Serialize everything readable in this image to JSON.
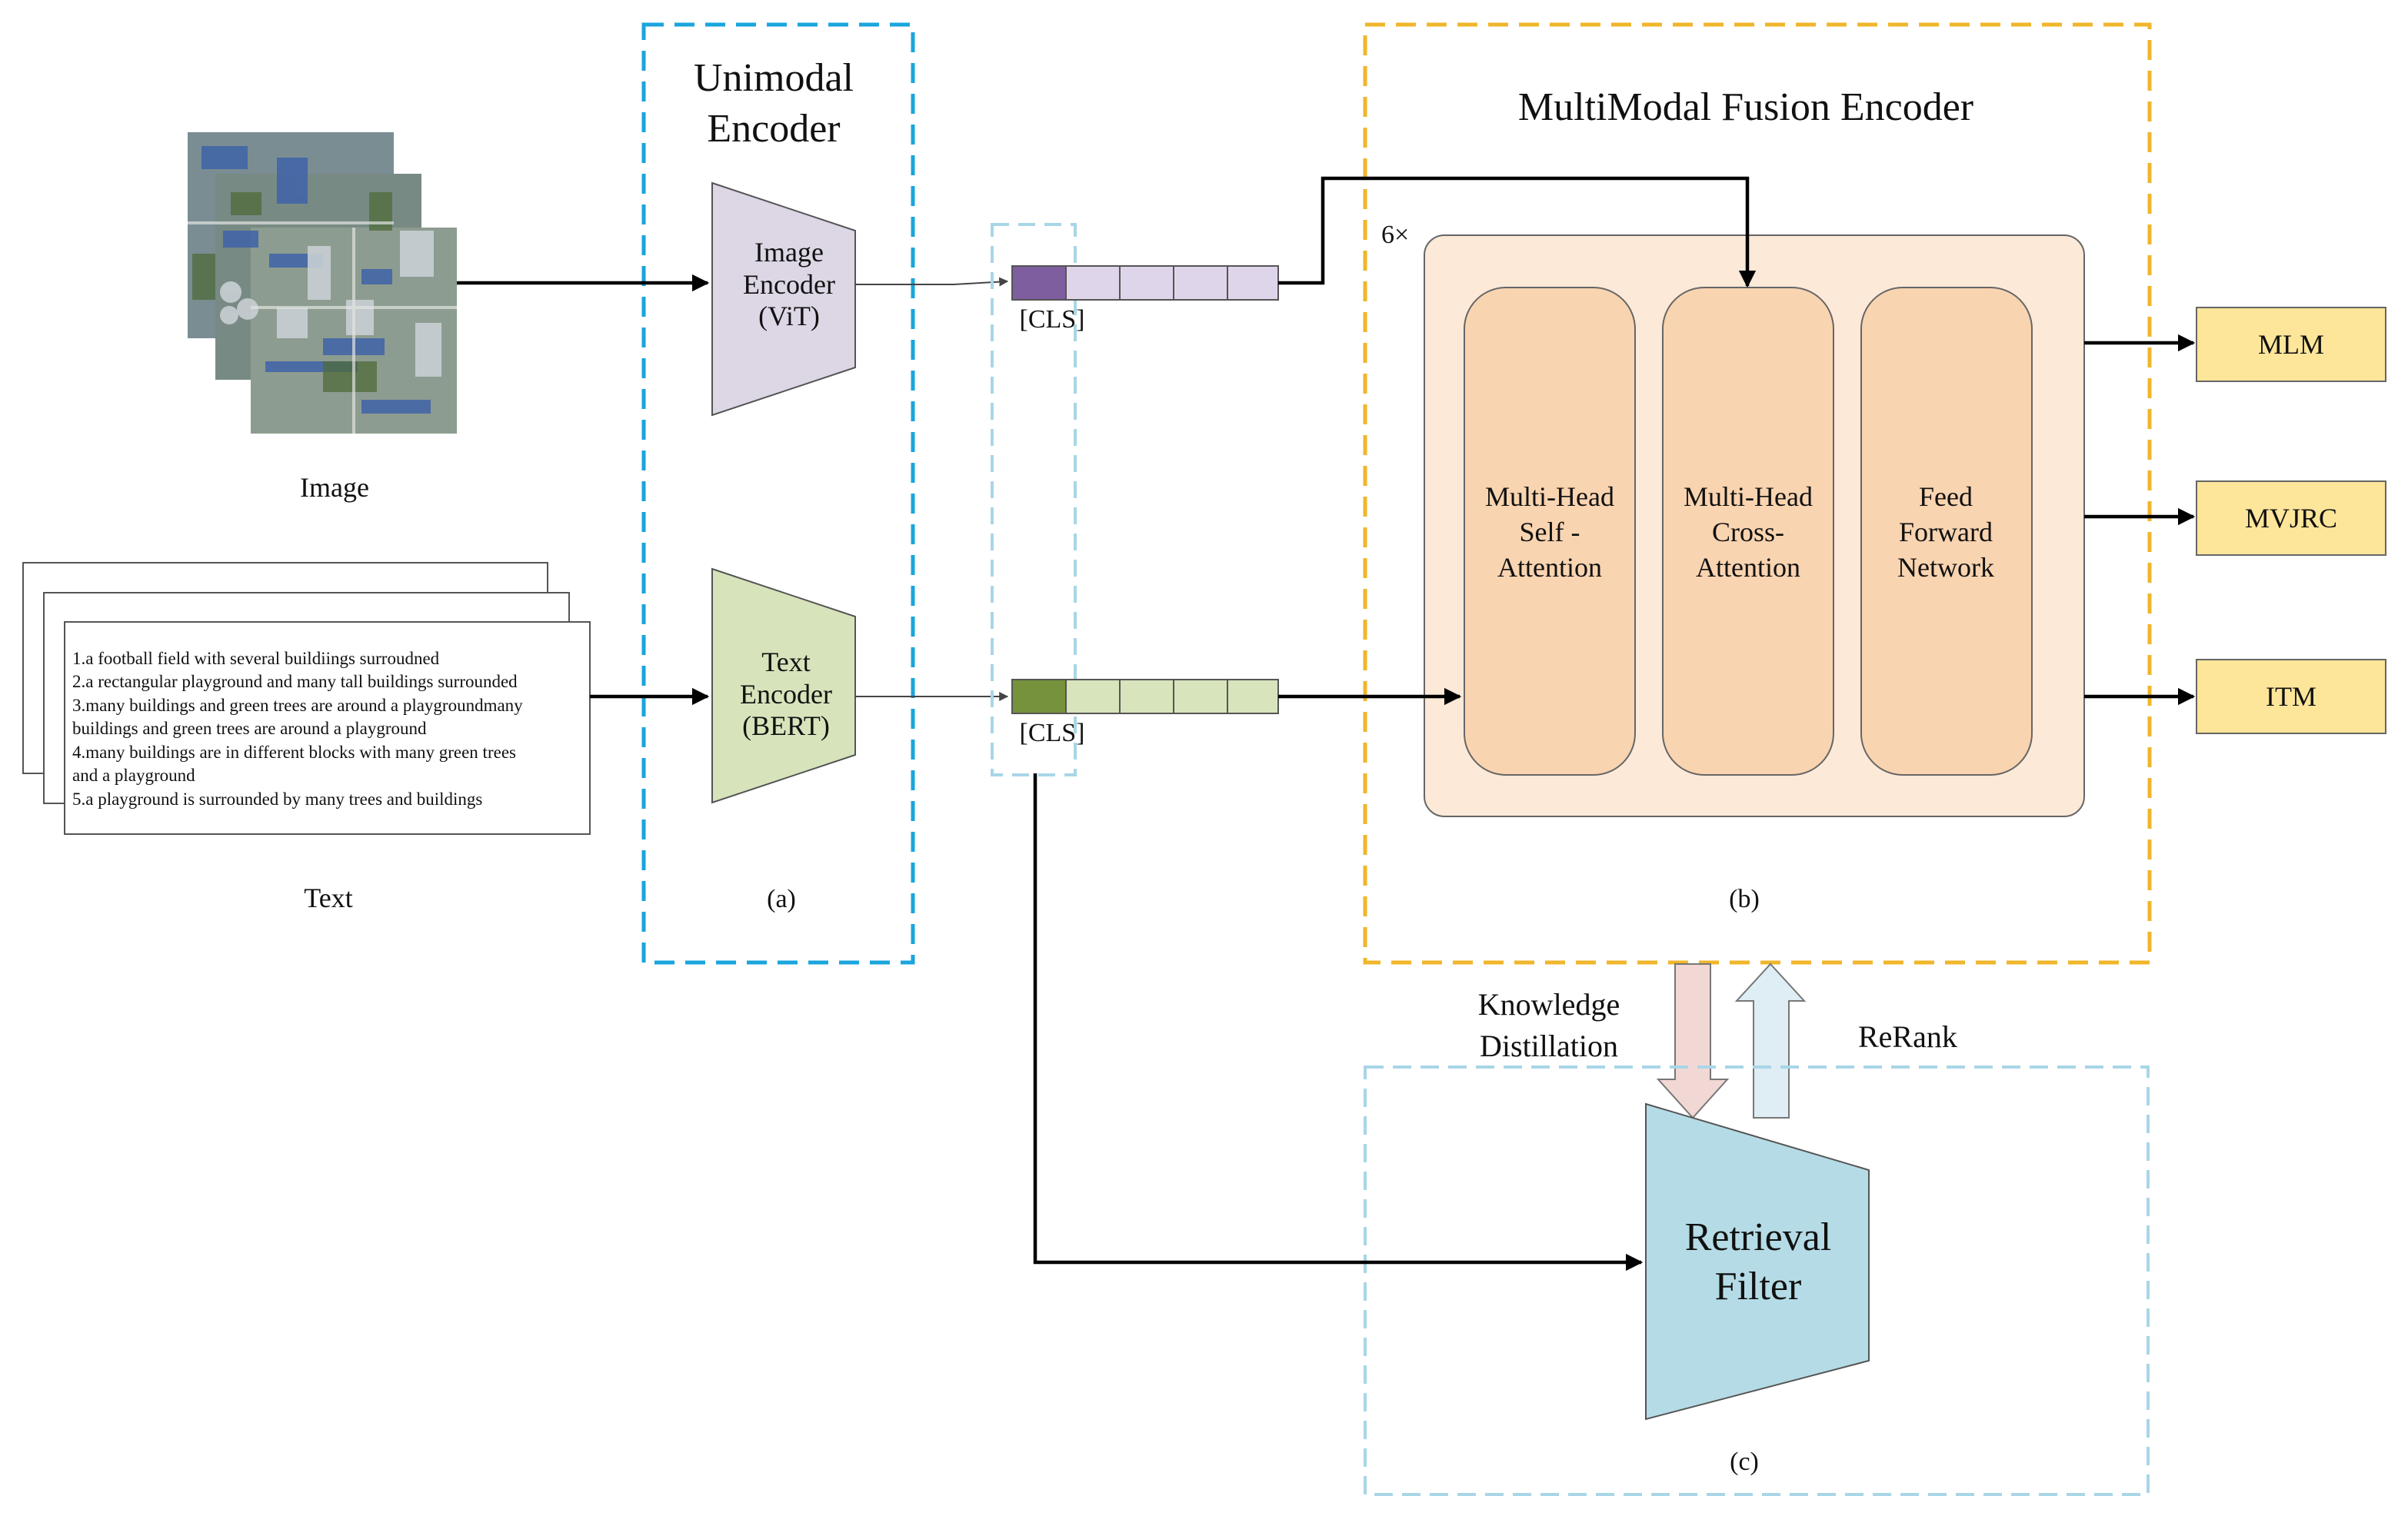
{
  "colors": {
    "unimodal_border": "#1aa5dd",
    "fusion_border": "#f0b62a",
    "filter_border": "#a8d6e6",
    "image_encoder_fill": "#ddd6e5",
    "text_encoder_fill": "#d7e4bb",
    "image_cls_token": "#7e5e9f",
    "image_token": "#dfd5ea",
    "text_cls_token": "#76923c",
    "text_token": "#d7e4bc",
    "fusion_panel_fill": "#fce9d7",
    "fusion_block_fill": "#f9d4b0",
    "output_fill": "#fde59a",
    "retrieval_filter_fill": "#b5dce6",
    "distill_arrow_fill": "#f2d8d5",
    "rerank_arrow_fill": "#deeef4"
  },
  "inputs": {
    "image_label": "Image",
    "text_label": "Text",
    "captions": [
      "1.a football field with several buildiings surroudned",
      "2.a rectangular playground and many tall buildings surrounded",
      "3.many buildings and green trees are around a playgroundmany",
      "buildings and green trees are around a playground",
      "4.many buildings are in different blocks with many green trees",
      "and a playground",
      "5.a playground is surrounded by many trees and buildings"
    ]
  },
  "unimodal": {
    "title": [
      "Unimodal",
      "Encoder"
    ],
    "image_encoder": [
      "Image",
      "Encoder",
      "(ViT)"
    ],
    "text_encoder": [
      "Text",
      "Encoder",
      "(BERT)"
    ],
    "caption": "(a)"
  },
  "tokens": {
    "cls_label": "[CLS]"
  },
  "fusion": {
    "title": "MultiModal Fusion Encoder",
    "repeat": "6×",
    "blocks": [
      [
        "Multi-Head",
        "Self -",
        "Attention"
      ],
      [
        "Multi-Head",
        "Cross-",
        "Attention"
      ],
      [
        "Feed",
        "Forward",
        "Network"
      ]
    ],
    "caption": "(b)",
    "outputs": [
      "MLM",
      "MVJRC",
      "ITM"
    ]
  },
  "interaction": {
    "distill": [
      "Knowledge",
      "Distillation"
    ],
    "rerank": "ReRank"
  },
  "filter": {
    "label": [
      "Retrieval",
      "Filter"
    ],
    "caption": "(c)"
  }
}
